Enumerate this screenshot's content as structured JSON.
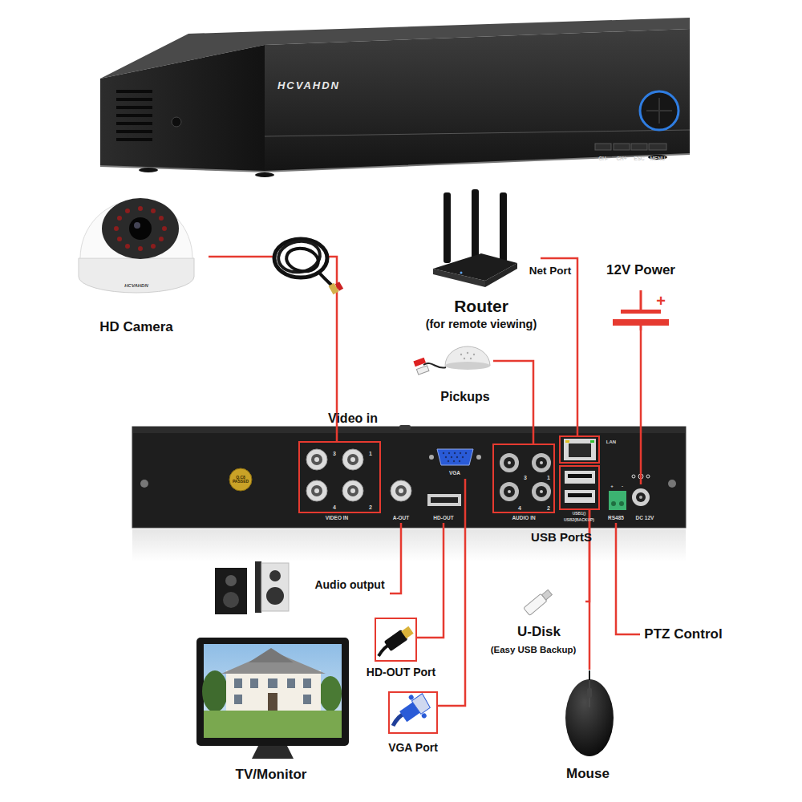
{
  "diagram": {
    "nodes": [
      {
        "text": [
          "HCVAHDN",
          "CH-",
          "CH+",
          "ESC",
          "MENU"
        ]
      },
      {
        "text": [
          "HCVAHDN",
          "HD Camera"
        ]
      },
      {
        "text": [
          "Router",
          "(for remote viewing)"
        ]
      },
      {
        "text": [
          "12V Power",
          "+"
        ]
      },
      {
        "text": [
          "Pickups"
        ]
      },
      {
        "text": [
          "Q.C8 PASSED"
        ]
      },
      {
        "text": [
          "Video in",
          "3",
          "1",
          "4",
          "2",
          "VIDEO IN"
        ],
        "in": 5
      },
      {
        "text": [
          "A-OUT"
        ],
        "in": 5
      },
      {
        "text": [
          "VGA"
        ],
        "in": 5
      },
      {
        "text": [
          "HD-OUT"
        ],
        "in": 5
      },
      {
        "text": [
          "3",
          "1",
          "4",
          "2",
          "AUDIO IN"
        ],
        "in": 5
      },
      {
        "text": [
          "LAN"
        ],
        "in": 5
      },
      {
        "text": [
          "USB PortS",
          "USB1()",
          "USB2(BACKUP)"
        ],
        "in": 5
      },
      {
        "text": [
          "+",
          "-",
          "RS485"
        ],
        "in": 5
      },
      {
        "text": [
          "DC 12V"
        ],
        "in": 5
      },
      {
        "text": [
          "Audio output"
        ]
      },
      {
        "text": [
          "HD-OUT Port"
        ]
      },
      {
        "text": [
          "U-Disk",
          "(Easy USB Backup)"
        ]
      },
      {
        "text": [
          "PTZ Control"
        ]
      },
      {
        "text": [
          "VGA Port"
        ]
      },
      {
        "text": [
          "TV/Monitor"
        ]
      },
      {
        "text": [
          "Mouse"
        ]
      }
    ],
    "edges": [
      {
        "from": 1,
        "to": 6,
        "arrow": "none"
      },
      {
        "from": 2,
        "to": 11,
        "label": "Net Port",
        "arrow": "none"
      },
      {
        "from": 3,
        "to": 14,
        "arrow": "none"
      },
      {
        "from": 4,
        "to": 10,
        "arrow": "none"
      },
      {
        "from": 15,
        "to": 7,
        "arrow": "none"
      },
      {
        "from": 16,
        "to": 9,
        "arrow": "none"
      },
      {
        "from": 19,
        "to": 8,
        "arrow": "none"
      },
      {
        "from": 17,
        "to": 12,
        "arrow": "none"
      },
      {
        "from": 21,
        "to": 12,
        "arrow": "none"
      },
      {
        "from": 18,
        "to": 13,
        "arrow": "none"
      }
    ]
  }
}
